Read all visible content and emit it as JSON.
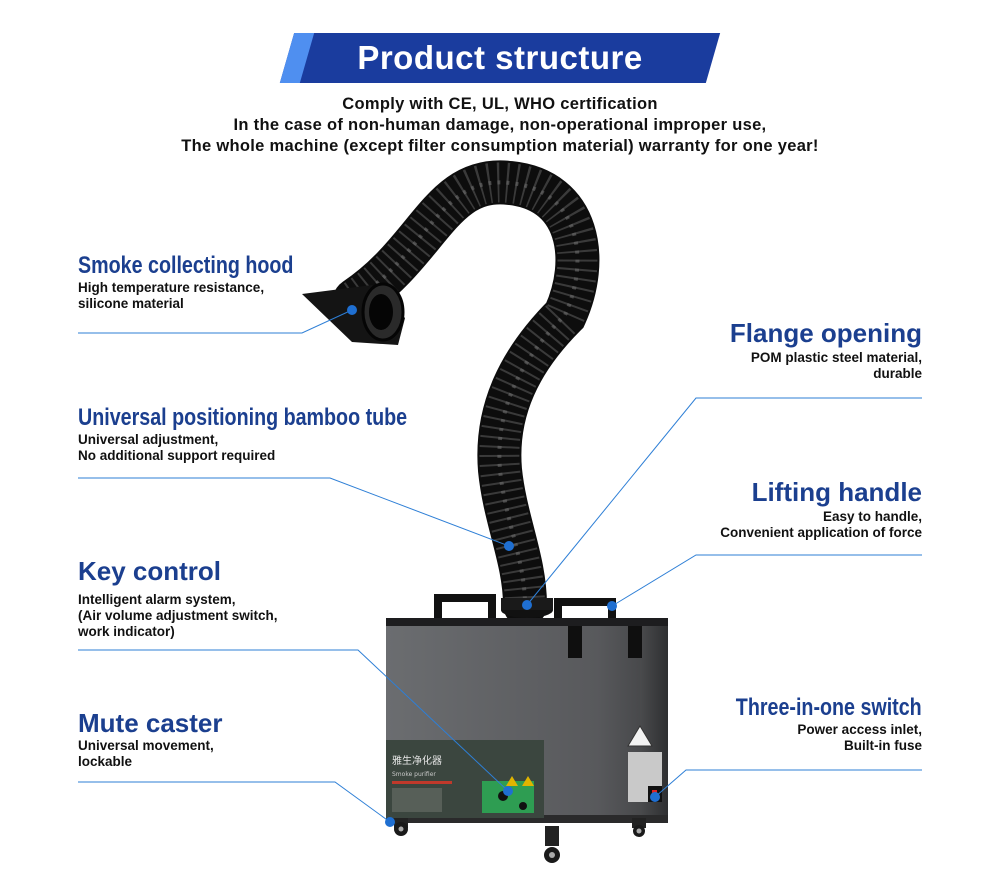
{
  "header": {
    "title": "Product structure",
    "lines": [
      "Comply with CE, UL, WHO certification",
      "In the case of non-human damage, non-operational improper use,",
      "The whole machine (except filter consumption material) warranty for one year!"
    ]
  },
  "features": {
    "smoke_hood": {
      "title": "Smoke collecting hood",
      "desc": [
        "High temperature resistance,",
        "silicone material"
      ]
    },
    "bamboo_tube": {
      "title": "Universal positioning bamboo tube",
      "desc": [
        "Universal adjustment,",
        "No additional support required"
      ]
    },
    "key_control": {
      "title": "Key control",
      "desc": [
        "Intelligent alarm system,",
        "(Air volume adjustment switch,",
        "work indicator)"
      ]
    },
    "mute_caster": {
      "title": "Mute caster",
      "desc": [
        "Universal movement,",
        "lockable"
      ]
    },
    "flange": {
      "title": "Flange opening",
      "desc": [
        "POM plastic steel material,",
        "durable"
      ]
    },
    "lifting_handle": {
      "title": "Lifting handle",
      "desc": [
        "Easy to handle,",
        "Convenient application of force"
      ]
    },
    "switch": {
      "title": "Three-in-one switch",
      "desc": [
        "Power access inlet,",
        "Built-in fuse"
      ]
    }
  },
  "device_panel": {
    "brand": "雅生净化器",
    "sub": "Smoke purifier"
  },
  "colors": {
    "accent": "#1b3f8f",
    "banner": "#1a3c9e",
    "leader": "#2e7fd6",
    "body": "#5a5c5e"
  }
}
